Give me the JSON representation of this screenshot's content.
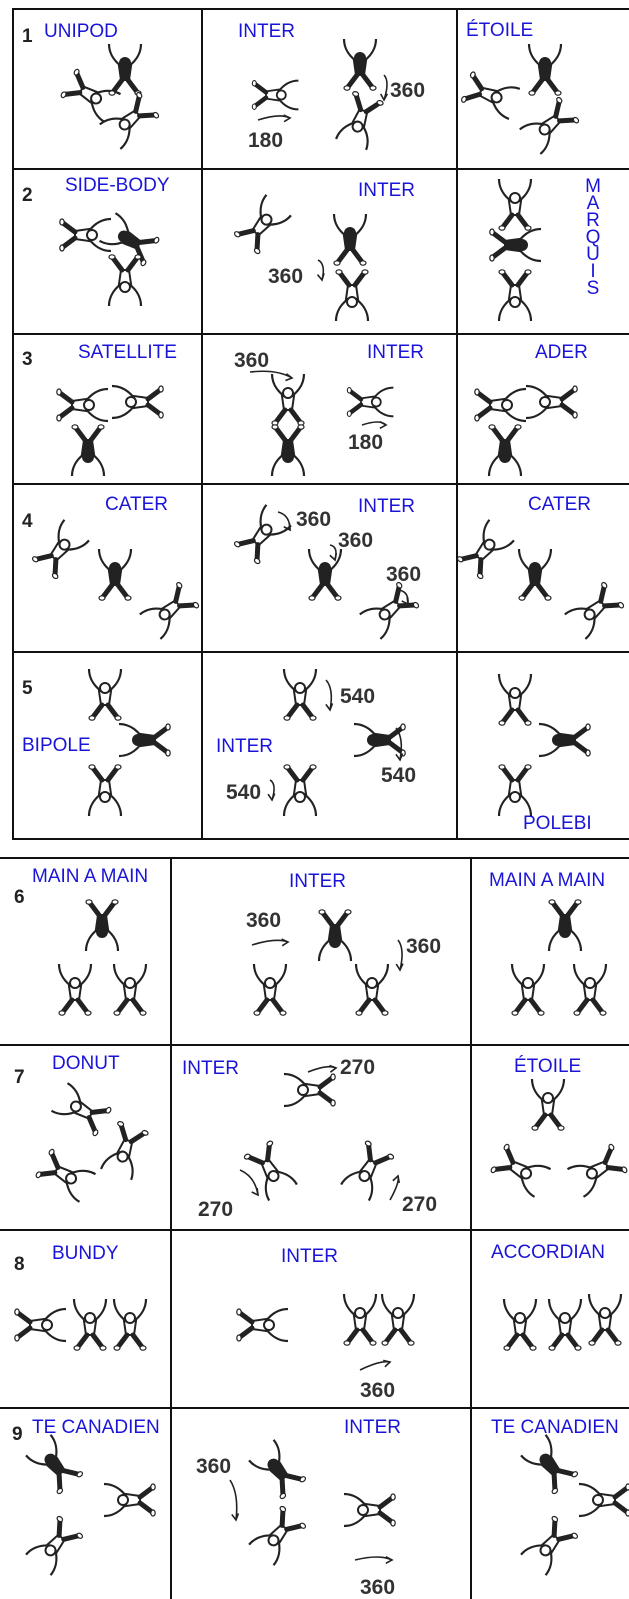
{
  "rows": [
    {
      "number": "1",
      "left": "UNIPOD",
      "middle": "INTER",
      "right": "ÉTOILE",
      "rotations": [
        "180",
        "360"
      ]
    },
    {
      "number": "2",
      "left": "SIDE-BODY",
      "middle": "INTER",
      "right": "MARQUIS",
      "rotations": [
        "360"
      ]
    },
    {
      "number": "3",
      "left": "SATELLITE",
      "middle": "INTER",
      "right": "ADER",
      "rotations": [
        "360",
        "180"
      ]
    },
    {
      "number": "4",
      "left": "CATER",
      "middle": "INTER",
      "right": "CATER",
      "rotations": [
        "360",
        "360",
        "360"
      ]
    },
    {
      "number": "5",
      "left": "BIPOLE",
      "middle": "INTER",
      "right": "POLEBI",
      "rotations": [
        "540",
        "540",
        "540"
      ]
    },
    {
      "number": "6",
      "left": "MAIN A MAIN",
      "middle": "INTER",
      "right": "MAIN A MAIN",
      "rotations": [
        "360",
        "360"
      ]
    },
    {
      "number": "7",
      "left": "DONUT",
      "middle": "INTER",
      "right": "ÉTOILE",
      "rotations": [
        "270",
        "270",
        "270"
      ]
    },
    {
      "number": "8",
      "left": "BUNDY",
      "middle": "INTER",
      "right": "ACCORDIAN",
      "rotations": [
        "360"
      ]
    },
    {
      "number": "9",
      "left": "TE CANADIEN",
      "middle": "INTER",
      "right": "TE CANADIEN",
      "rotations": [
        "360",
        "360"
      ]
    }
  ],
  "colors": {
    "label": "#1a14d8",
    "line": "#111111",
    "figure": "#222222"
  }
}
